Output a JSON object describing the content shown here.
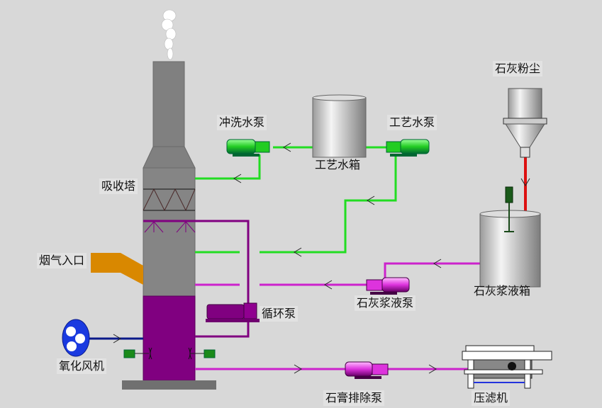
{
  "labels": {
    "absorber": "吸收塔",
    "flue_inlet": "烟气入口",
    "flush_pump": "冲洗水泵",
    "process_tank": "工艺水箱",
    "process_pump": "工艺水泵",
    "lime_dust": "石灰粉尘",
    "lime_tank": "石灰浆液箱",
    "lime_pump": "石灰浆液泵",
    "circ_pump": "循环泵",
    "ox_fan": "氧化风机",
    "gypsum_pump": "石膏排除泵",
    "filter_press": "压滤机"
  },
  "colors": {
    "background": "#d8d8d8",
    "water_line": "#22dd22",
    "slurry_line": "#cc22cc",
    "circulation": "#800080",
    "air_line": "#0a1a8a",
    "lime_dust_line": "#dd1111",
    "flue_gas": "#d98800",
    "tower": "#808080"
  }
}
